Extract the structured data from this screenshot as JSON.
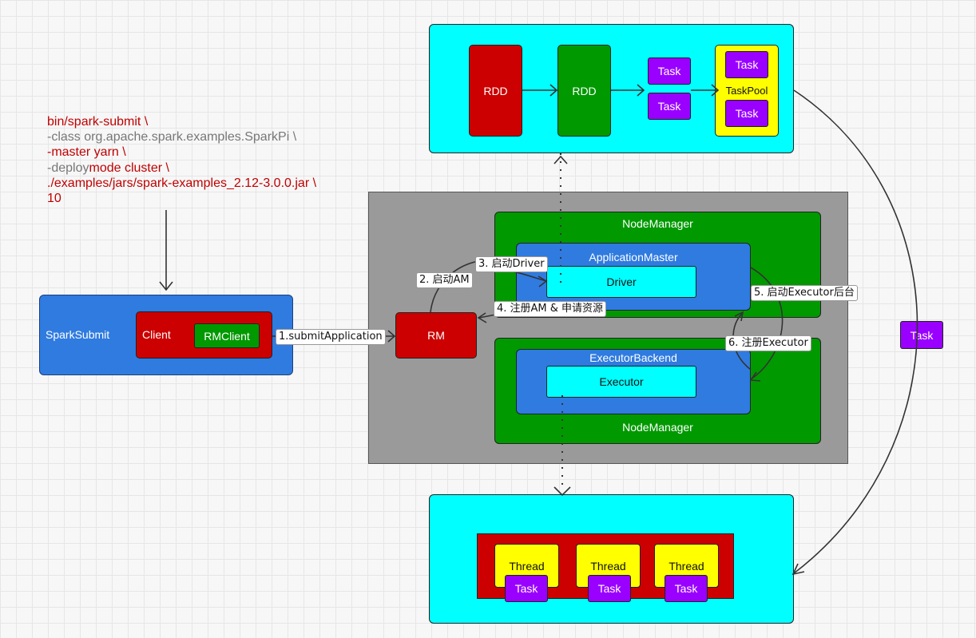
{
  "command": {
    "line1": "bin/spark-submit \\",
    "line2": "-class org.apache.spark.examples.SparkPi \\",
    "line3": "-master yarn \\",
    "line4_a": "-deploy",
    "line4_b": "mode cluster \\",
    "line5": "./examples/jars/spark-examples_2.12-3.0.0.jar \\",
    "line6": "10"
  },
  "spark_submit": {
    "label": "SparkSubmit",
    "client": "Client",
    "rm_client": "RMClient"
  },
  "cluster": {
    "rm": "RM",
    "node_manager_top": "NodeManager",
    "application_master": "ApplicationMaster",
    "driver": "Driver",
    "executor_backend": "ExecutorBackend",
    "executor": "Executor",
    "node_manager_bottom": "NodeManager"
  },
  "edges": {
    "submit": "1.submitApplication",
    "start_am": "2. 启动AM",
    "start_driver": "3. 启动Driver",
    "register_am": "4. 注册AM & 申请资源",
    "start_executor": "5. 启动Executor后台",
    "register_executor": "6.  注册Executor"
  },
  "driver_detail": {
    "rdd1": "RDD",
    "rdd2": "RDD",
    "task1": "Task",
    "task2": "Task",
    "pool_task1": "Task",
    "pool_label": "TaskPool",
    "pool_task2": "Task"
  },
  "floating_task": "Task",
  "executor_detail": {
    "threads": [
      {
        "thread": "Thread",
        "task": "Task"
      },
      {
        "thread": "Thread",
        "task": "Task"
      },
      {
        "thread": "Thread",
        "task": "Task"
      }
    ]
  },
  "colors": {
    "cyan": "#00ffff",
    "red": "#cc0000",
    "green": "#009900",
    "blue": "#2f7be0",
    "purple": "#9900ff",
    "yellow": "#ffff00",
    "gray": "#9a9a9a"
  }
}
